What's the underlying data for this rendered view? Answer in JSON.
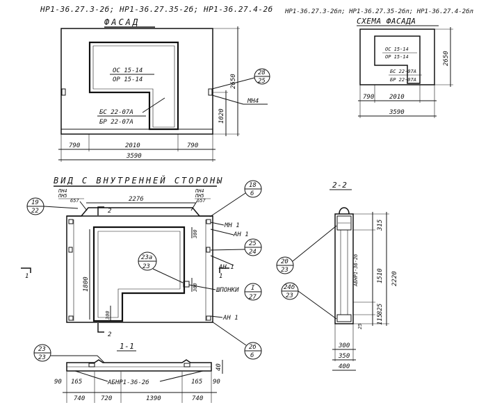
{
  "facade": {
    "header": "НР1-36.27.3-2б; НР1-36.27.35-2б; НР1-36.27.4-2б",
    "title": "ФАСАД",
    "window_mark_1": "ОС 15-14",
    "window_mark_2": "ОР 15-14",
    "door_mark_1": "БС 22-07А",
    "door_mark_2": "БР 22-07А",
    "dims": {
      "left": "790",
      "middle": "2010",
      "right": "790",
      "total": "3590",
      "height": "2650",
      "low": "1020"
    },
    "callout_node": "28",
    "callout_sheet": "25",
    "leader_label": "МН4"
  },
  "scheme": {
    "header": "НР1-36.27.3-2бл; НР1-36.27.35-2бл; НР1-36.27.4-2бл",
    "title": "СХЕМА ФАСАДА",
    "window_mark_1": "ОС 15-14",
    "window_mark_2": "ОР 15-14",
    "door_mark_1": "БС 22-07А",
    "door_mark_2": "БР 22-07А",
    "dims": {
      "left": "790",
      "middle": "2010",
      "total": "3590",
      "height": "2650"
    }
  },
  "inner": {
    "title": "ВИД С ВНУТРЕННЕЙ СТОРОНЫ",
    "top_left_label_1": "ПН4",
    "top_left_label_2": "ПН5",
    "top_left_label_3": "657",
    "top_right_label_1": "ПН4",
    "top_right_label_2": "ПН5",
    "top_right_label_3": "657",
    "dim_top": "2276",
    "dim_side": "1800",
    "dim_300_a": "300",
    "dim_300_b": "300",
    "dim_300_c": "300",
    "section_2": "2",
    "section_2b": "2",
    "section_1": "1",
    "section_1b": "1",
    "callouts": [
      {
        "node": "19",
        "sheet": "22"
      },
      {
        "node": "18",
        "sheet": "6"
      },
      {
        "node": "25",
        "sheet": "24"
      },
      {
        "node": "I",
        "sheet": "27"
      },
      {
        "node": "23а",
        "sheet": "23"
      },
      {
        "node": "2б",
        "sheet": "6"
      }
    ],
    "labels": {
      "mn": "МН 1",
      "an_top": "АН 1",
      "an_mid": "АН 1",
      "shponki": "ШПОНКИ",
      "an_bottom": "АН 1"
    }
  },
  "section11": {
    "title": "1-1",
    "callout_node": "23",
    "callout_sheet": "23",
    "label": "АБНР1-36-2б",
    "dims": {
      "a": "90",
      "b": "165",
      "c": "165",
      "d": "90",
      "e": "740",
      "f": "720",
      "g": "1390",
      "h": "740",
      "thk": "40"
    }
  },
  "section22": {
    "title": "2-2",
    "callouts": [
      {
        "node": "20",
        "sheet": "23"
      },
      {
        "node": "24б",
        "sheet": "23"
      }
    ],
    "label": "АБНР1-36-2б",
    "dims": {
      "top": "315",
      "mid": "1510",
      "total": "2220",
      "low": "825",
      "bot": "115",
      "bot2": "25",
      "w1": "300",
      "w2": "350",
      "w3": "400"
    }
  }
}
